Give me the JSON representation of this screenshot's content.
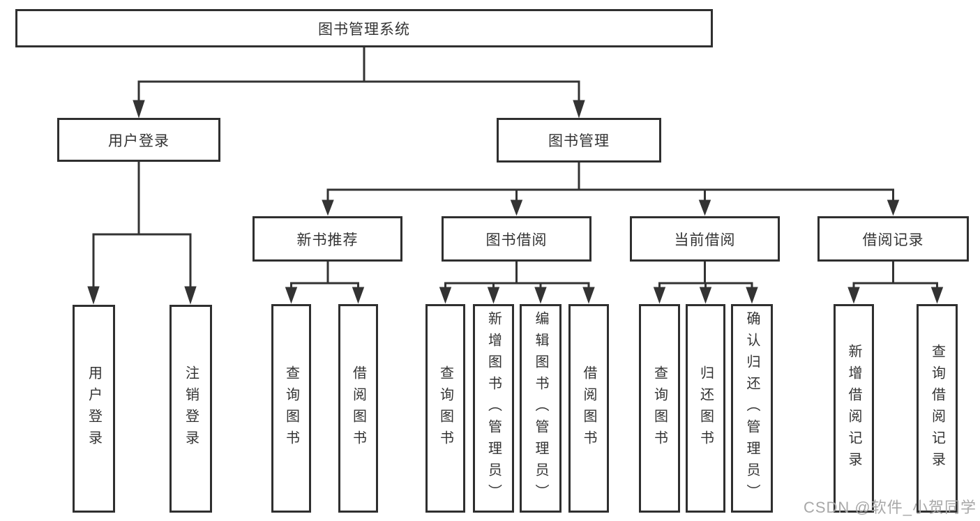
{
  "nodes": {
    "root": {
      "label": "图书管理系统"
    },
    "children": [
      {
        "label": "用户登录",
        "children": [
          {
            "label": "用户登录"
          },
          {
            "label": "注销登录"
          }
        ]
      },
      {
        "label": "图书管理",
        "children": [
          {
            "label": "新书推荐",
            "children": [
              {
                "label": "查询图书"
              },
              {
                "label": "借阅图书"
              }
            ]
          },
          {
            "label": "图书借阅",
            "children": [
              {
                "label": "查询图书"
              },
              {
                "label": "新增图书（管理员）"
              },
              {
                "label": "编辑图书（管理员）"
              },
              {
                "label": "借阅图书"
              }
            ]
          },
          {
            "label": "当前借阅",
            "children": [
              {
                "label": "查询图书"
              },
              {
                "label": "归还图书"
              },
              {
                "label": "确认归还（管理员）"
              }
            ]
          },
          {
            "label": "借阅记录",
            "children": [
              {
                "label": "新增借阅记录"
              },
              {
                "label": "查询借阅记录"
              }
            ]
          }
        ]
      }
    ]
  },
  "watermark": {
    "text": "CSDN @软件_小贺同学",
    "color": "#a8a8a8"
  },
  "colors": {
    "line": "#333333",
    "box_border": "#2f2f2f",
    "text": "#333333",
    "background": "#ffffff"
  }
}
